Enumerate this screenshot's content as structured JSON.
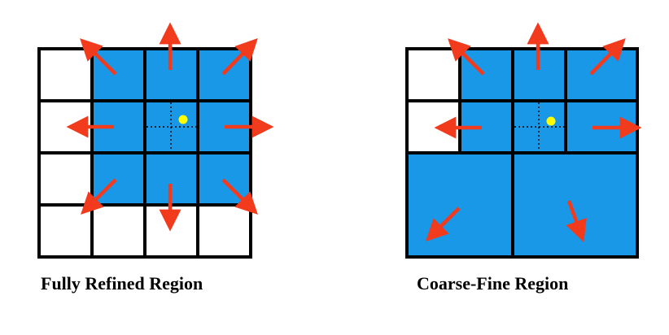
{
  "colors": {
    "cell_fill": "#1a98e8",
    "empty_fill": "#ffffff",
    "grid_line": "#000000",
    "arrow": "#f23a1c",
    "point": "#ffff00"
  },
  "panels": [
    {
      "caption": "Fully Refined Region",
      "grid": "4x4 uniform fine cells",
      "filled_cells": "3x3 block around center cell",
      "arrows": 8
    },
    {
      "caption": "Coarse-Fine Region",
      "grid": "fine cells on top half, two coarse cells on bottom half",
      "filled_cells": "fine 3x2 block plus both coarse cells",
      "arrows": 7
    }
  ]
}
